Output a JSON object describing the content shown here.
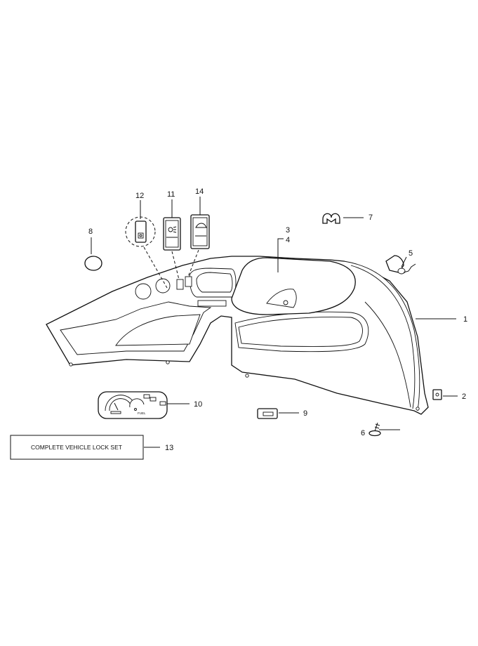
{
  "callouts": [
    {
      "id": "1",
      "text": "1"
    },
    {
      "id": "2",
      "text": "2"
    },
    {
      "id": "3",
      "text": "3"
    },
    {
      "id": "4",
      "text": "4"
    },
    {
      "id": "5",
      "text": "5"
    },
    {
      "id": "6",
      "text": "6"
    },
    {
      "id": "7",
      "text": "7"
    },
    {
      "id": "8",
      "text": "8"
    },
    {
      "id": "9",
      "text": "9"
    },
    {
      "id": "10",
      "text": "10"
    },
    {
      "id": "11",
      "text": "11"
    },
    {
      "id": "12",
      "text": "12"
    },
    {
      "id": "13",
      "text": "13"
    },
    {
      "id": "14",
      "text": "14"
    }
  ],
  "box_label": "COMPLETE VEHICLE LOCK SET",
  "gauge_text": {
    "fuel": "FUEL"
  },
  "colors": {
    "line": "#111111",
    "background": "#ffffff"
  }
}
